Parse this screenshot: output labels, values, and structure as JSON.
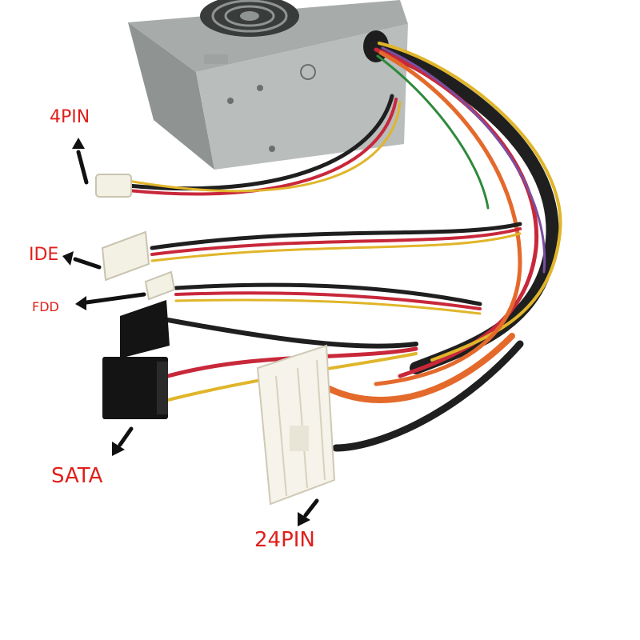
{
  "labels": {
    "pin4": "4PIN",
    "ide": "IDE",
    "fdd": "FDD",
    "sata": "SATA",
    "pin24": "24PIN"
  },
  "colors": {
    "label_red": "#e0201b",
    "arrow": "#111111",
    "psu_body": "#b9bdbc"
  }
}
